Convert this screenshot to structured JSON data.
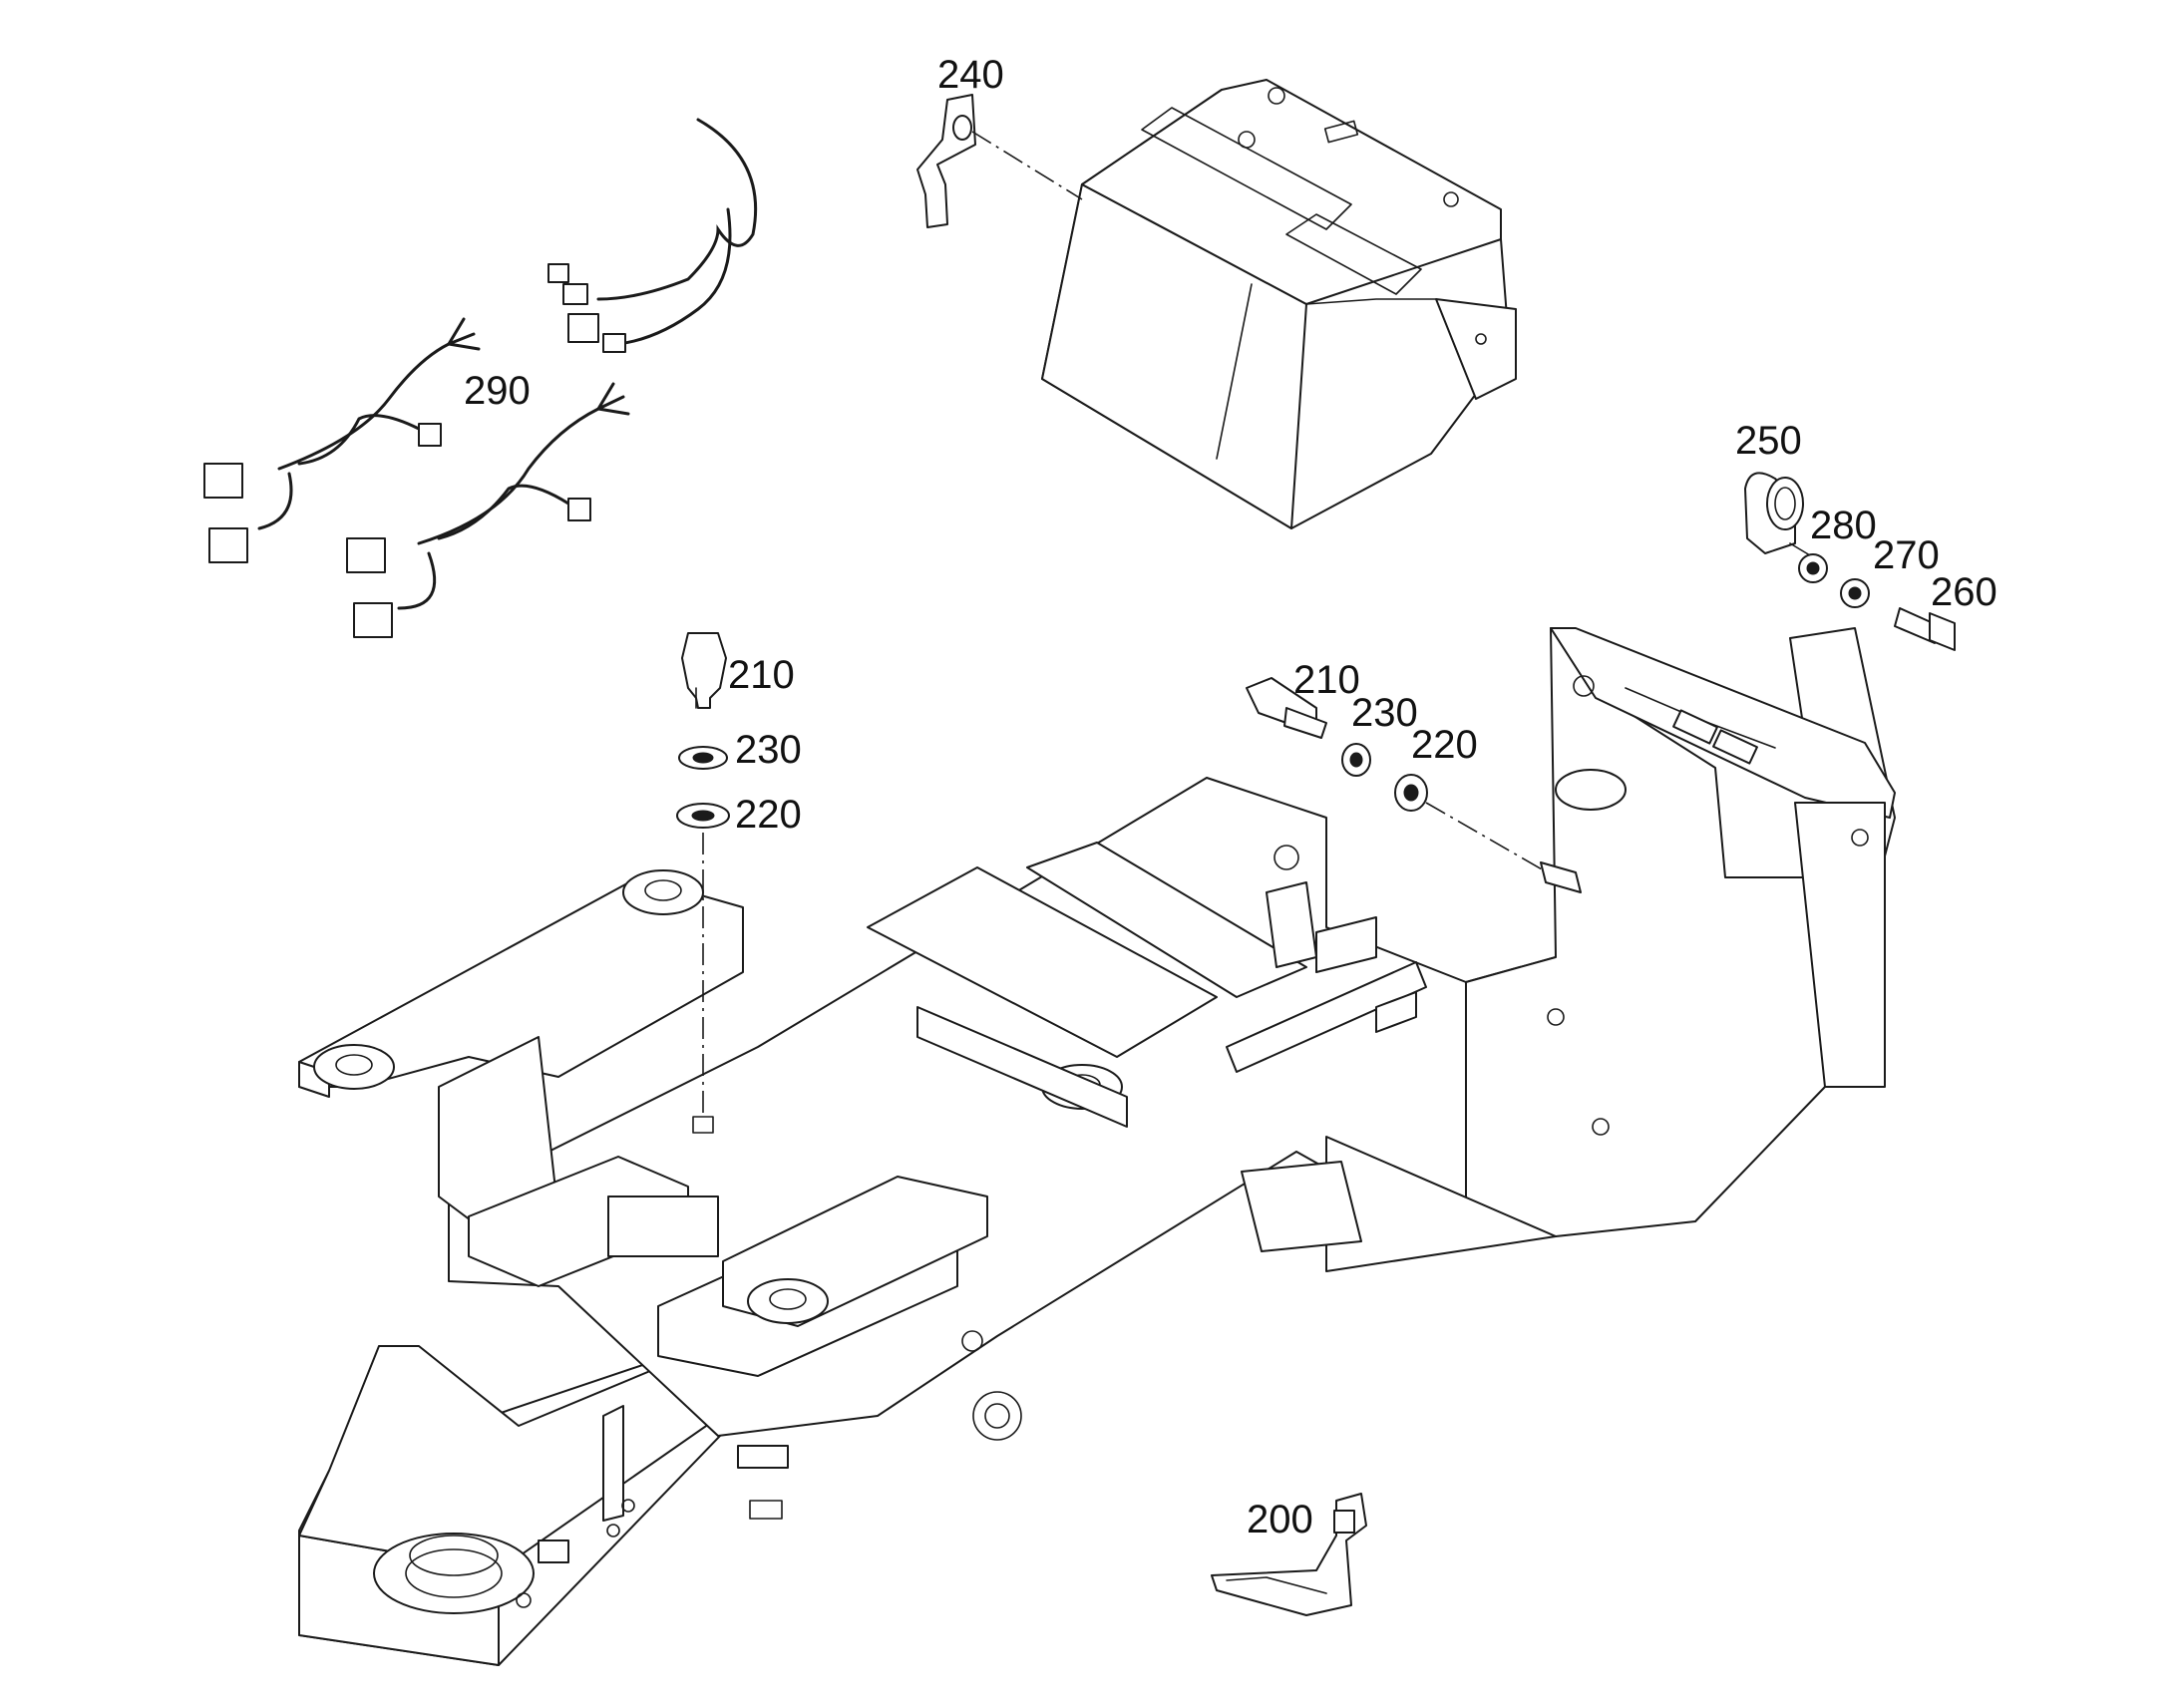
{
  "diagram": {
    "callouts": {
      "c200": "200",
      "c210a": "210",
      "c210b": "210",
      "c220a": "220",
      "c220b": "220",
      "c230a": "230",
      "c230b": "230",
      "c240": "240",
      "c250": "250",
      "c260": "260",
      "c270": "270",
      "c280": "280",
      "c290": "290"
    },
    "colors": {
      "line": "#1a1a1a",
      "background": "#ffffff"
    }
  }
}
